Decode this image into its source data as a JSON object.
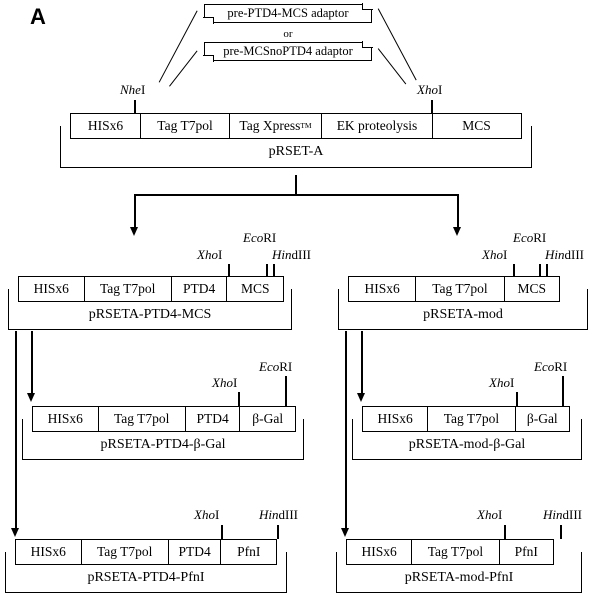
{
  "figure": {
    "panel_letter": "A",
    "or_label": "or"
  },
  "adaptors": [
    {
      "label": "pre-PTD4-MCS adaptor"
    },
    {
      "label": "pre-MCSnoPTD4 adaptor"
    }
  ],
  "enzymes": {
    "nhe1": {
      "italic": "Nhe",
      "roman": "I"
    },
    "xho1": {
      "italic": "Xho",
      "roman": "I"
    },
    "ecor1": {
      "italic": "Eco",
      "roman": "RI"
    },
    "hind3": {
      "italic": "Hin",
      "roman": "dIII"
    }
  },
  "constructs": [
    {
      "id": "pRSET-A",
      "name": "pRSET-A",
      "segments": [
        {
          "label": "HISx6"
        },
        {
          "label": "Tag T7pol"
        },
        {
          "label": "Tag Xpress",
          "sup": "TM"
        },
        {
          "label": "EK proteolysis"
        },
        {
          "label": "MCS"
        }
      ],
      "sites": [
        "NheI",
        "XhoI"
      ]
    },
    {
      "id": "pRSETA-PTD4-MCS",
      "name": "pRSETA-PTD4-MCS",
      "segments": [
        {
          "label": "HISx6"
        },
        {
          "label": "Tag T7pol"
        },
        {
          "label": "PTD4"
        },
        {
          "label": "MCS"
        }
      ],
      "sites": [
        "XhoI",
        "EcoRI",
        "HindIII"
      ]
    },
    {
      "id": "pRSETA-mod",
      "name": "pRSETA-mod",
      "segments": [
        {
          "label": "HISx6"
        },
        {
          "label": "Tag T7pol"
        },
        {
          "label": "MCS"
        }
      ],
      "sites": [
        "XhoI",
        "EcoRI",
        "HindIII"
      ]
    },
    {
      "id": "pRSETA-PTD4-b-Gal",
      "name": "pRSETA-PTD4-β-Gal",
      "segments": [
        {
          "label": "HISx6"
        },
        {
          "label": "Tag T7pol"
        },
        {
          "label": "PTD4"
        },
        {
          "label": "β-Gal"
        }
      ],
      "sites": [
        "XhoI",
        "EcoRI"
      ]
    },
    {
      "id": "pRSETA-mod-b-Gal",
      "name": "pRSETA-mod-β-Gal",
      "segments": [
        {
          "label": "HISx6"
        },
        {
          "label": "Tag T7pol"
        },
        {
          "label": "β-Gal"
        }
      ],
      "sites": [
        "XhoI",
        "EcoRI"
      ]
    },
    {
      "id": "pRSETA-PTD4-PfnI",
      "name": "pRSETA-PTD4-PfnI",
      "segments": [
        {
          "label": "HISx6"
        },
        {
          "label": "Tag T7pol"
        },
        {
          "label": "PTD4"
        },
        {
          "label": "PfnI"
        }
      ],
      "sites": [
        "XhoI",
        "HindIII"
      ]
    },
    {
      "id": "pRSETA-mod-PfnI",
      "name": "pRSETA-mod-PfnI",
      "segments": [
        {
          "label": "HISx6"
        },
        {
          "label": "Tag T7pol"
        },
        {
          "label": "PfnI"
        }
      ],
      "sites": [
        "XhoI",
        "HindIII"
      ]
    }
  ],
  "colors": {
    "stroke": "#000000",
    "background": "#ffffff"
  }
}
